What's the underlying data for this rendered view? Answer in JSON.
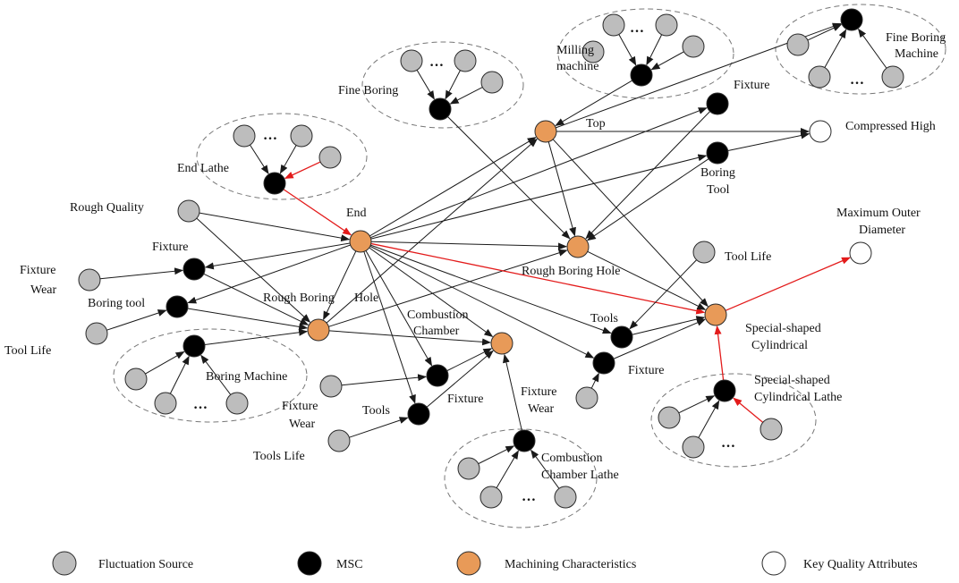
{
  "colors": {
    "fluctuation": "#bdbdbd",
    "msc": "#000000",
    "machining": "#e89a58",
    "key": "#ffffff",
    "edge": "#1a1a1a",
    "highlight": "#e31b1b"
  },
  "ellipsis": "…",
  "labels": {
    "milling": "Milling",
    "machine": "machine",
    "fine_boring_machine_1": "Fine Boring",
    "fine_boring_machine_2": "Machine",
    "fine_boring": "Fine Boring",
    "fixture_top": "Fixture",
    "top": "Top",
    "compressed_high": "Compressed High",
    "end_lathe": "End Lathe",
    "boring_tool_1": "Boring",
    "boring_tool_2": "Tool",
    "rough_quality": "Rough Quality",
    "end": "End",
    "max_outer_1": "Maximum Outer",
    "max_outer_2": "Diameter",
    "fixture_left": "Fixture",
    "fixture_wear_1": "Fixture",
    "fixture_wear_2": "Wear",
    "rough_boring_hole": "Rough Boring  Hole",
    "tool_life_right": "Tool Life",
    "boring_tool_left": "Boring tool",
    "rough_boring": "Rough Boring",
    "hole": "Hole",
    "combustion_1": "Combustion",
    "combustion_2": "Chamber",
    "tools_right": "Tools",
    "special_1": "Special-shaped",
    "special_2": "Cylindrical",
    "tool_life_left": "Tool Life",
    "boring_machine": "Boring Machine",
    "fixture_right": "Fixture",
    "special_lathe_1": "Special-shaped",
    "special_lathe_2": "Cylindrical Lathe",
    "fixture_mid": "Fixture",
    "fixture_wear_mid_1": "Fixture",
    "fixture_wear_mid_2": "Wear",
    "fixture_wear_center_1": "Fixture",
    "fixture_wear_center_2": "Wear",
    "tools_mid": "Tools",
    "tools_life": "Tools Life",
    "comb_lathe_1": "Combustion",
    "comb_lathe_2": "Chamber Lathe"
  },
  "legend": {
    "fluctuation": "Fluctuation Source",
    "msc": "MSC",
    "machining": "Machining Characteristics",
    "key": "Key Quality Attributes"
  }
}
